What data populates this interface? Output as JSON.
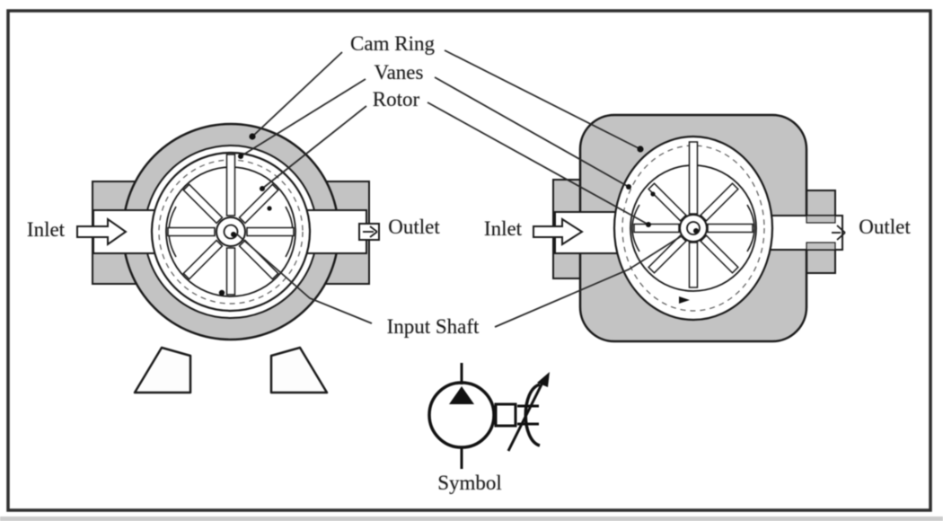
{
  "labels": {
    "cam_ring": "Cam Ring",
    "vanes": "Vanes",
    "rotor": "Rotor",
    "input_shaft": "Input Shaft",
    "symbol": "Symbol",
    "left_pump_inlet": "Inlet",
    "left_pump_outlet": "Outlet",
    "right_pump_inlet": "Inlet",
    "right_pump_outlet": "Outlet"
  },
  "colors": {
    "housing_gray": "#c3c3c3",
    "line_dark": "#1a1a1a",
    "border_dark": "#2f2f2f",
    "background": "#ffffff",
    "text": "#1c1c1c",
    "bottom_strip": "#cccccc"
  }
}
